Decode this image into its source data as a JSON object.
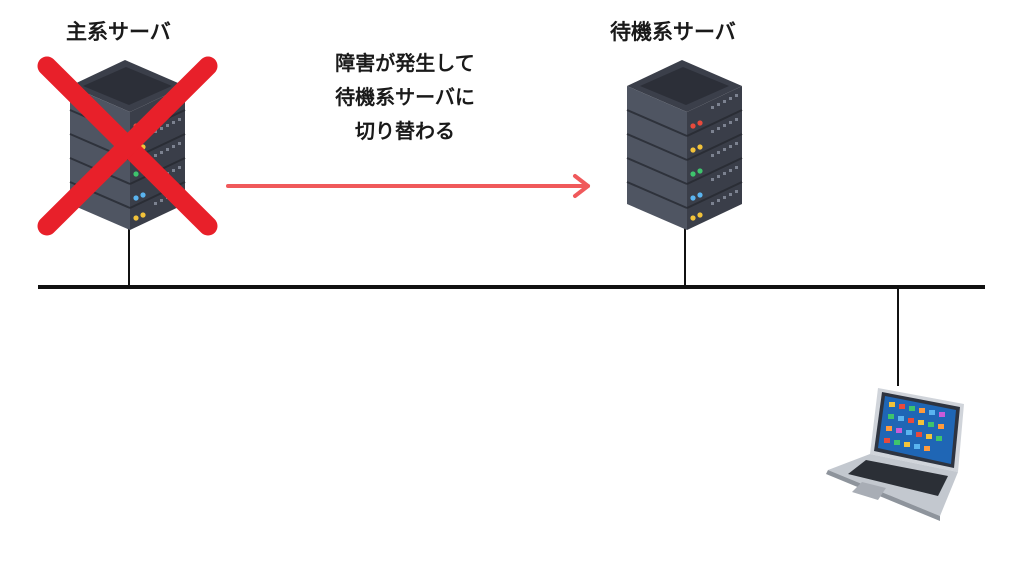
{
  "primary_server": {
    "label": "主系サーバ",
    "status": "failed"
  },
  "standby_server": {
    "label": "待機系サーバ"
  },
  "note": {
    "lines": [
      "障害が発生して",
      "待機系サーバに",
      "切り替わる"
    ]
  },
  "colors": {
    "failover_arrow": "#f0595b",
    "failure_cross": "#e8202a",
    "network_line": "#111111",
    "server_body": "#4a4f5c",
    "led_red": "#e84a3c",
    "led_yellow": "#f2c23a",
    "led_green": "#3ec46d",
    "led_blue": "#5ab4f0"
  },
  "icons": {
    "primary": "server-rack-icon",
    "standby": "server-rack-icon",
    "client": "laptop-icon",
    "failure": "cross-mark-icon"
  }
}
